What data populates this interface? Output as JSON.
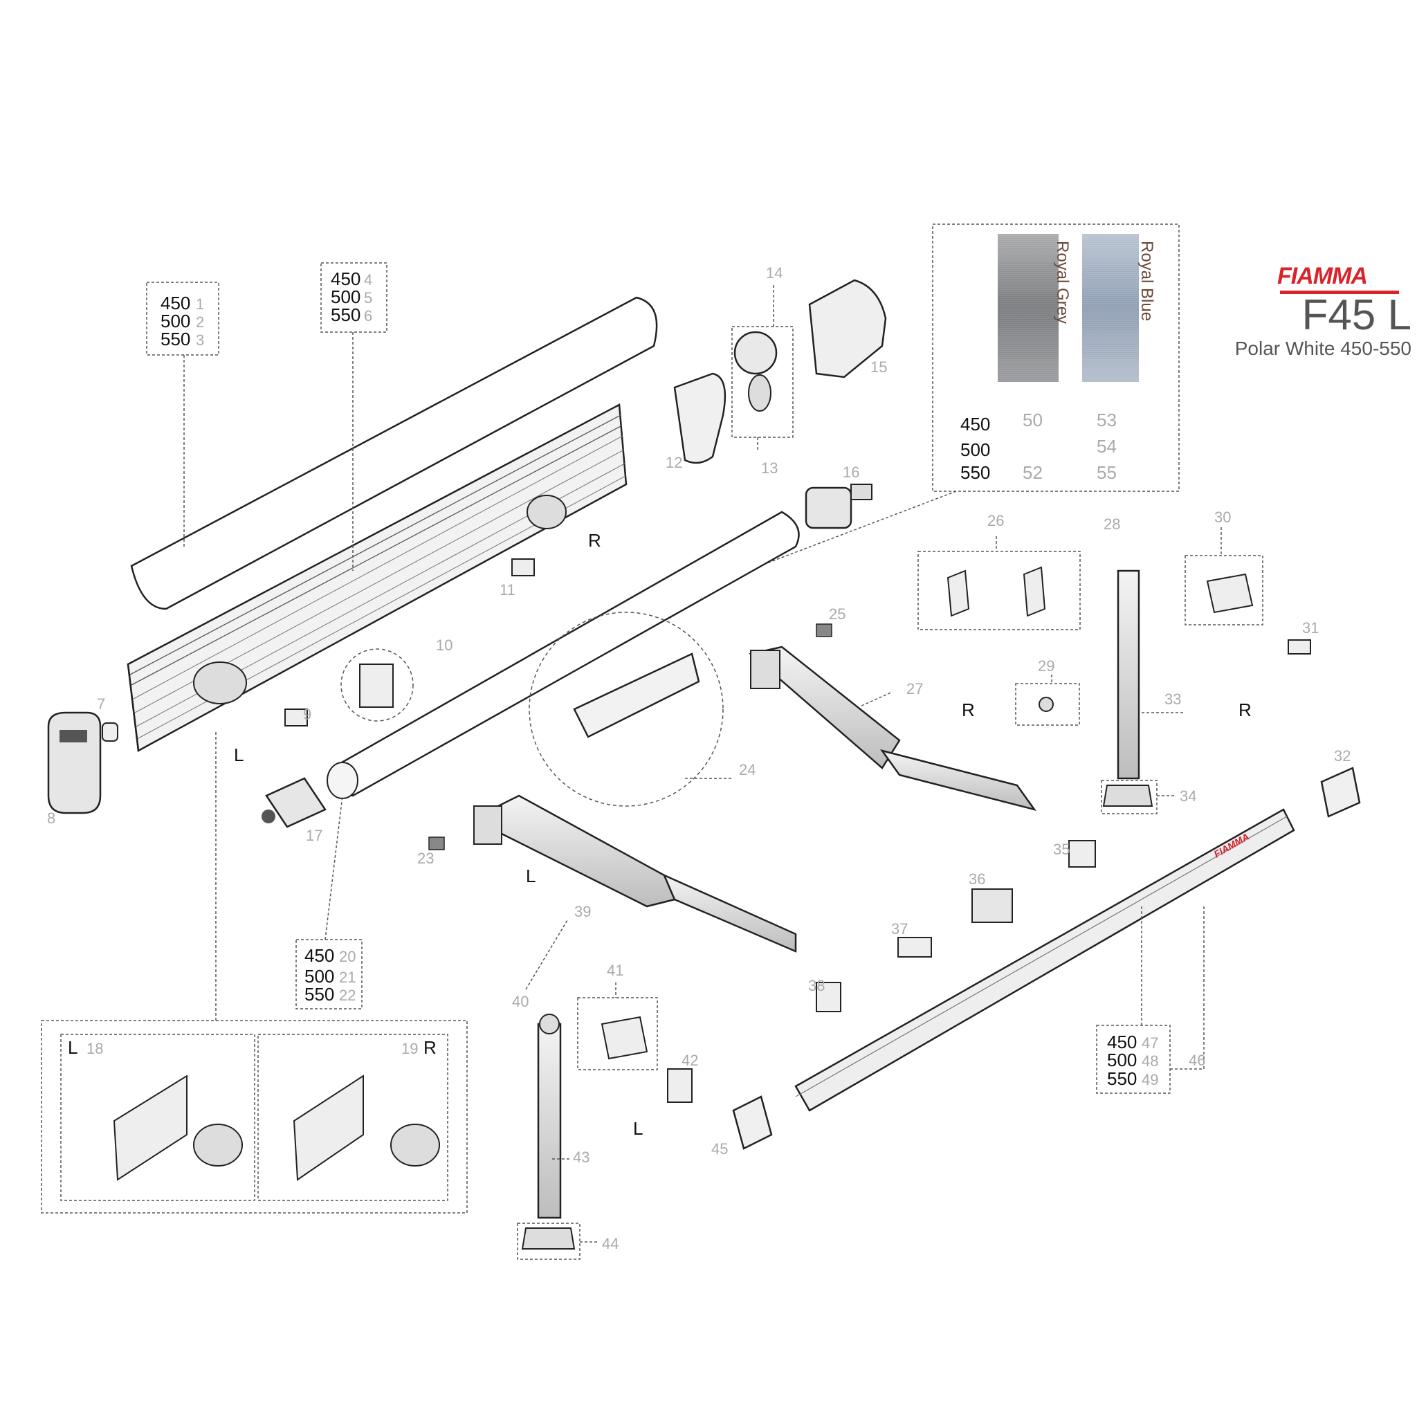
{
  "brand": {
    "logo_text": "FIAMMA",
    "model": "F45 L",
    "subtitle": "Polar White 450-550",
    "logo_color": "#d9222a"
  },
  "swatches": {
    "grey": {
      "label": "Royal Grey",
      "color": "#8c8d90"
    },
    "blue": {
      "label": "Royal Blue",
      "color": "#a7b3c4"
    },
    "rows": [
      {
        "size": "450",
        "grey": "50",
        "blue": "53"
      },
      {
        "size": "500",
        "grey": "",
        "blue": "54"
      },
      {
        "size": "550",
        "grey": "52",
        "blue": "55"
      }
    ]
  },
  "size_boxes": {
    "roof_cover": [
      {
        "size": "450",
        "part": "1"
      },
      {
        "size": "500",
        "part": "2"
      },
      {
        "size": "550",
        "part": "3"
      }
    ],
    "canvas_profile": [
      {
        "size": "450",
        "part": "4"
      },
      {
        "size": "500",
        "part": "5"
      },
      {
        "size": "550",
        "part": "6"
      }
    ],
    "roller_tube": [
      {
        "size": "450",
        "part": "20"
      },
      {
        "size": "500",
        "part": "21"
      },
      {
        "size": "550",
        "part": "22"
      }
    ],
    "front_bar": [
      {
        "size": "450",
        "part": "47"
      },
      {
        "size": "500",
        "part": "48"
      },
      {
        "size": "550",
        "part": "49"
      }
    ]
  },
  "kit_boxes": {
    "left": {
      "side": "L",
      "part": "18"
    },
    "right": {
      "side": "R",
      "part": "19"
    }
  },
  "part_numbers": [
    "7",
    "8",
    "9",
    "10",
    "11",
    "12",
    "13",
    "14",
    "15",
    "16",
    "17",
    "23",
    "24",
    "25",
    "26",
    "27",
    "28",
    "29",
    "30",
    "31",
    "32",
    "33",
    "34",
    "35",
    "36",
    "37",
    "38",
    "39",
    "40",
    "41",
    "42",
    "43",
    "44",
    "45",
    "46"
  ],
  "side_labels": {
    "R1": "R",
    "L1": "L",
    "L2": "L",
    "R2": "R",
    "R3": "R",
    "L3": "L"
  }
}
